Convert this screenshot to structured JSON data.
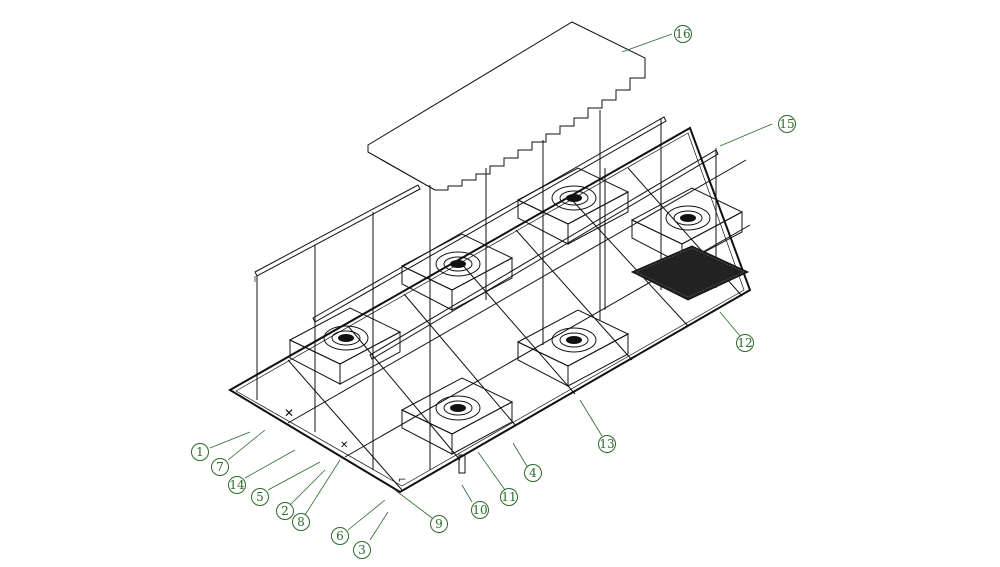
{
  "diagram": {
    "accent_color": "#2b6a2b",
    "line_color": "#111111",
    "callouts": [
      {
        "id": "c1",
        "label": "1"
      },
      {
        "id": "c7",
        "label": "7"
      },
      {
        "id": "c14",
        "label": "14"
      },
      {
        "id": "c5",
        "label": "5"
      },
      {
        "id": "c2",
        "label": "2"
      },
      {
        "id": "c8",
        "label": "8"
      },
      {
        "id": "c6",
        "label": "6"
      },
      {
        "id": "c3",
        "label": "3"
      },
      {
        "id": "c9",
        "label": "9"
      },
      {
        "id": "c10",
        "label": "10"
      },
      {
        "id": "c11",
        "label": "11"
      },
      {
        "id": "c4",
        "label": "4"
      },
      {
        "id": "c13",
        "label": "13"
      },
      {
        "id": "c12",
        "label": "12"
      },
      {
        "id": "c15",
        "label": "15"
      },
      {
        "id": "c16",
        "label": "16"
      }
    ]
  }
}
